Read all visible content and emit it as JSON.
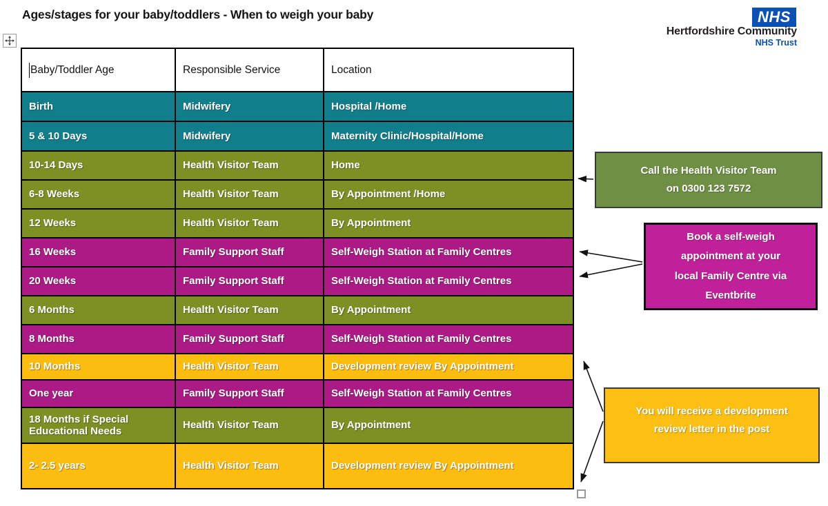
{
  "title": "Ages/stages for your baby/toddlers - When to weigh your baby",
  "logo": {
    "nhs": "NHS",
    "org": "Hertfordshire Community",
    "trust": "NHS Trust",
    "nhs_blue": "#0b51b5"
  },
  "colors": {
    "teal": "#107e8b",
    "olive": "#7e9023",
    "magenta": "#ab1a85",
    "gold": "#fdbd10",
    "callout_green": "#6f8f44",
    "callout_magenta": "#c0219a",
    "callout_gold": "#fcbf12"
  },
  "table": {
    "headers": [
      "Baby/Toddler Age",
      "Responsible Service",
      "Location"
    ],
    "rows": [
      {
        "age": "Birth",
        "service": "Midwifery",
        "location": "Hospital /Home",
        "color": "#107e8b"
      },
      {
        "age": "5 & 10 Days",
        "service": "Midwifery",
        "location": "Maternity Clinic/Hospital/Home",
        "color": "#107e8b"
      },
      {
        "age": "10-14 Days",
        "service": "Health Visitor Team",
        "location": "Home",
        "color": "#7e9023"
      },
      {
        "age": "6-8 Weeks",
        "service": "Health Visitor Team",
        "location": "By Appointment /Home",
        "color": "#7e9023"
      },
      {
        "age": "12 Weeks",
        "service": "Health Visitor Team",
        "location": "By Appointment",
        "color": "#7e9023"
      },
      {
        "age": "16 Weeks",
        "service": "Family Support Staff",
        "location": "Self-Weigh Station at Family Centres",
        "color": "#ab1a85"
      },
      {
        "age": "20 Weeks",
        "service": "Family Support Staff",
        "location": "Self-Weigh Station at Family Centres",
        "color": "#ab1a85"
      },
      {
        "age": "6 Months",
        "service": "Health Visitor Team",
        "location": "By Appointment",
        "color": "#7e9023"
      },
      {
        "age": "8 Months",
        "service": "Family Support Staff",
        "location": "Self-Weigh Station at Family Centres",
        "color": "#ab1a85"
      },
      {
        "age": "10 Months",
        "service": "Health Visitor Team",
        "location": "Development review By Appointment",
        "color": "#fdbd10"
      },
      {
        "age": "One year",
        "service": "Family Support Staff",
        "location": "Self-Weigh Station at Family Centres",
        "color": "#ab1a85"
      },
      {
        "age": "18 Months if Special Educational Needs",
        "service": "Health Visitor Team",
        "location": "By Appointment",
        "color": "#7e9023"
      },
      {
        "age": "2- 2.5 years",
        "service": "Health Visitor Team",
        "location": "Development review By Appointment",
        "color": "#fdbd10"
      }
    ]
  },
  "callouts": {
    "health_visitor": {
      "bg": "#6f8f44",
      "lines": [
        "Call the Health Visitor Team",
        "on 0300 123 7572"
      ]
    },
    "self_weigh": {
      "bg": "#c0219a",
      "lines": [
        "Book a self-weigh",
        "appointment at your",
        "local Family Centre via",
        "Eventbrite"
      ]
    },
    "development_review": {
      "bg": "#fcbf12",
      "lines": [
        "You will receive a development",
        "review letter in the post"
      ]
    }
  }
}
